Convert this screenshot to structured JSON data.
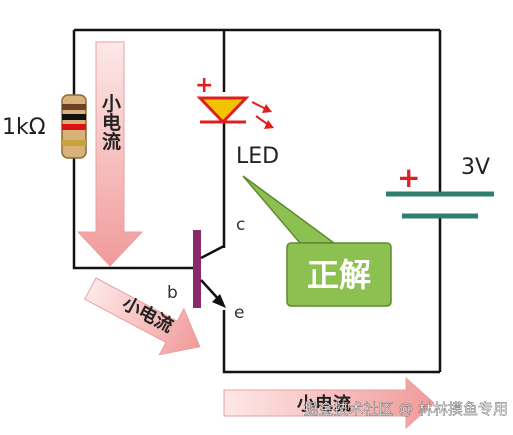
{
  "resistor": {
    "label": "1kΩ"
  },
  "led": {
    "label": "LED",
    "polarity": "+"
  },
  "battery": {
    "label": "3V",
    "polarity": "+"
  },
  "transistor": {
    "collector": "c",
    "base": "b",
    "emitter": "e"
  },
  "currents": {
    "left": "小电流",
    "base": "小电流",
    "bottom": "小电流"
  },
  "callout": {
    "text": "正解"
  },
  "watermark": {
    "text": "掘金技术社区 @ 林林摸鱼专用"
  },
  "colors": {
    "wire": "#111111",
    "led_red": "#e02020",
    "battery_green": "#2f7f6f",
    "arrow_fill": "#f4b3b3",
    "callout_green": "#8cc152",
    "transistor_base": "#8b2a6b"
  }
}
